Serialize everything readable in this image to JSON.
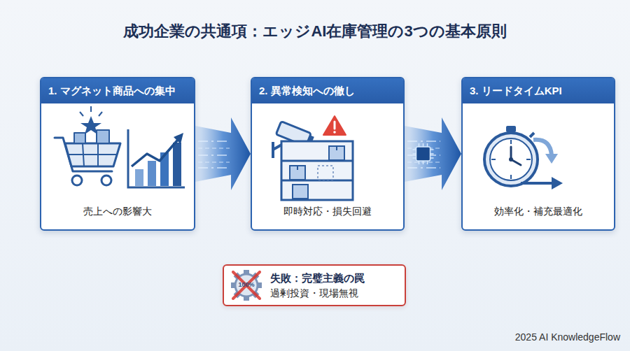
{
  "diagram": {
    "title": "成功企業の共通項：エッジAI在庫管理の3つの基本原則",
    "nodes": [
      {
        "text": [
          "1. マグネット商品への集中",
          "売上への影響大"
        ]
      },
      {
        "text": [
          "2. 異常検知への徹し",
          "即時対応・損失回避"
        ]
      },
      {
        "text": [
          "3. リードタイムKPI",
          "効率化・補充最適化"
        ]
      },
      {
        "text": [
          "失敗：完璧主義の罠",
          "過剰投資・現場無視"
        ]
      }
    ],
    "edges": [
      {
        "from": 0,
        "to": 1,
        "arrow": "to"
      },
      {
        "from": 1,
        "to": 2,
        "arrow": "to"
      }
    ],
    "labels": [
      "100%",
      "2025 AI KnowledgeFlow"
    ]
  }
}
